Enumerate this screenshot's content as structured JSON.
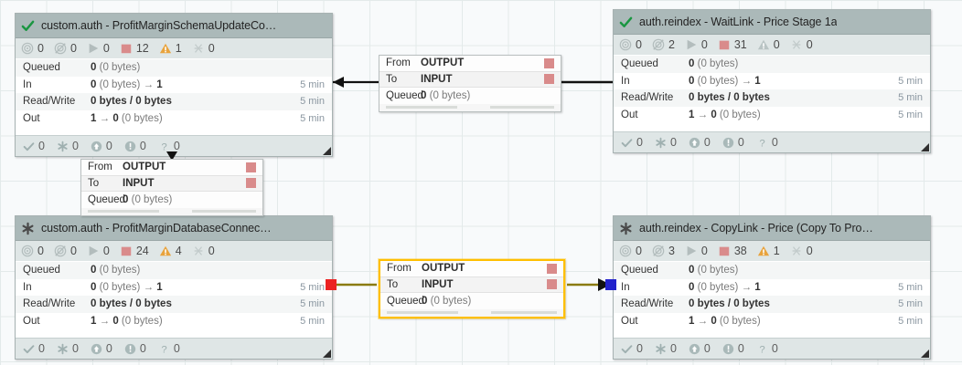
{
  "canvas": {
    "label": "flow-canvas"
  },
  "icons": {
    "active_thread": "concentric-circles-icon",
    "inactive_thread": "crossed-circle-icon",
    "running": "play-triangle-icon",
    "stopped": "red-square-icon",
    "invalid": "warning-triangle-icon",
    "disabled": "disabled-icon",
    "valid": "check-icon",
    "transmitting": "asterisk-icon",
    "uploaded": "up-arrow-circle-icon",
    "info": "info-circle-icon",
    "unknown": "question-mark-icon",
    "header_check": "green-check-icon",
    "header_asterisk": "gray-asterisk-icon"
  },
  "colors": {
    "header_bg": "#abb9b9",
    "counts_bg": "#dfe6e6",
    "stopped_red": "#d98b8b",
    "warning_amber": "#e8a33d",
    "check_green": "#1a9641",
    "selected_border": "#ffbf00",
    "endpoint_red": "#ec2222",
    "endpoint_blue": "#2222cc",
    "link_black": "#111111",
    "link_selected": "#8a7b12"
  },
  "stat_labels": {
    "queued": "Queued",
    "in": "In",
    "read_write": "Read/Write",
    "out": "Out"
  },
  "connection_labels": {
    "from": "From",
    "to": "To",
    "queued": "Queued"
  },
  "processors": [
    {
      "id": "proc-schema-update",
      "title": "custom.auth - ProfitMarginSchemaUpdateCo…",
      "status_icon": "green-check-icon",
      "counts": {
        "active_threads": "0",
        "terminated_threads": "0",
        "running": "0",
        "stopped": "12",
        "invalid": "1",
        "disabled": "0"
      },
      "stats": {
        "queued": "0 (0 bytes)",
        "queued_num": "0",
        "queued_bytes": "(0 bytes)",
        "in_num": "0",
        "in_bytes": "(0 bytes)",
        "in_arrow": "→",
        "in_count": "1",
        "in_time": "5 min",
        "read_write": "0 bytes / 0 bytes",
        "rw_time": "5 min",
        "out_count": "1",
        "out_arrow": "→",
        "out_num": "0",
        "out_bytes": "(0 bytes)",
        "out_time": "5 min"
      },
      "footer": {
        "valid": "0",
        "transmitting": "0",
        "uploaded": "0",
        "info": "0",
        "unknown": "0"
      }
    },
    {
      "id": "proc-waitlink",
      "title": "auth.reindex - WaitLink - Price Stage 1a",
      "status_icon": "green-check-icon",
      "counts": {
        "active_threads": "0",
        "terminated_threads": "2",
        "running": "0",
        "stopped": "31",
        "invalid": "0",
        "disabled": "0"
      },
      "stats": {
        "queued": "0 (0 bytes)",
        "queued_num": "0",
        "queued_bytes": "(0 bytes)",
        "in_num": "0",
        "in_bytes": "(0 bytes)",
        "in_arrow": "→",
        "in_count": "1",
        "in_time": "5 min",
        "read_write": "0 bytes / 0 bytes",
        "rw_time": "5 min",
        "out_count": "1",
        "out_arrow": "→",
        "out_num": "0",
        "out_bytes": "(0 bytes)",
        "out_time": "5 min"
      },
      "footer": {
        "valid": "0",
        "transmitting": "0",
        "uploaded": "0",
        "info": "0",
        "unknown": "0"
      }
    },
    {
      "id": "proc-database-connection",
      "title": "custom.auth - ProfitMarginDatabaseConnec…",
      "status_icon": "gray-asterisk-icon",
      "counts": {
        "active_threads": "0",
        "terminated_threads": "0",
        "running": "0",
        "stopped": "24",
        "invalid": "4",
        "disabled": "0"
      },
      "stats": {
        "queued": "0 (0 bytes)",
        "queued_num": "0",
        "queued_bytes": "(0 bytes)",
        "in_num": "0",
        "in_bytes": "(0 bytes)",
        "in_arrow": "→",
        "in_count": "1",
        "in_time": "5 min",
        "read_write": "0 bytes / 0 bytes",
        "rw_time": "5 min",
        "out_count": "1",
        "out_arrow": "→",
        "out_num": "0",
        "out_bytes": "(0 bytes)",
        "out_time": "5 min"
      },
      "footer": {
        "valid": "0",
        "transmitting": "0",
        "uploaded": "0",
        "info": "0",
        "unknown": "0"
      }
    },
    {
      "id": "proc-copylink",
      "title": "auth.reindex - CopyLink - Price (Copy To Pro…",
      "status_icon": "gray-asterisk-icon",
      "counts": {
        "active_threads": "0",
        "terminated_threads": "3",
        "running": "0",
        "stopped": "38",
        "invalid": "1",
        "disabled": "0"
      },
      "stats": {
        "queued": "0 (0 bytes)",
        "queued_num": "0",
        "queued_bytes": "(0 bytes)",
        "in_num": "0",
        "in_bytes": "(0 bytes)",
        "in_arrow": "→",
        "in_count": "1",
        "in_time": "5 min",
        "read_write": "0 bytes / 0 bytes",
        "rw_time": "5 min",
        "out_count": "1",
        "out_arrow": "→",
        "out_num": "0",
        "out_bytes": "(0 bytes)",
        "out_time": "5 min"
      },
      "footer": {
        "valid": "0",
        "transmitting": "0",
        "uploaded": "0",
        "info": "0",
        "unknown": "0"
      }
    }
  ],
  "connections": [
    {
      "id": "conn-top",
      "from": "OUTPUT",
      "to": "INPUT",
      "queued_num": "0",
      "queued_bytes": "(0 bytes)",
      "selected": false
    },
    {
      "id": "conn-middle-left",
      "from": "OUTPUT",
      "to": "INPUT",
      "queued_num": "0",
      "queued_bytes": "(0 bytes)",
      "selected": false
    },
    {
      "id": "conn-bottom",
      "from": "OUTPUT",
      "to": "INPUT",
      "queued_num": "0",
      "queued_bytes": "(0 bytes)",
      "selected": true
    }
  ]
}
